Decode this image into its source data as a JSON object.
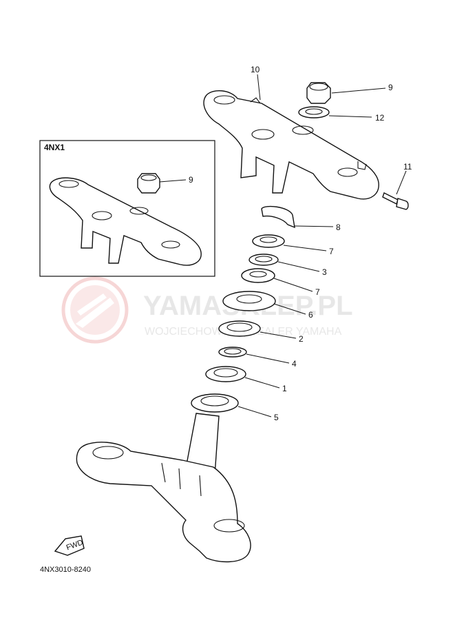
{
  "diagram": {
    "inset_title": "4NX1",
    "part_code": "4NX3010-8240",
    "fwd_label": "FWD",
    "callouts": [
      "10",
      "9",
      "12",
      "11",
      "9",
      "8",
      "7",
      "3",
      "7",
      "6",
      "2",
      "4",
      "1",
      "5"
    ]
  },
  "watermark": {
    "brand": "YAMASKLEP.PL",
    "dealer": "WOJCIECHOWSKI | DEALER YAMAHA",
    "color": "#e7e7e7",
    "logo_color": "#f4c7c7"
  }
}
